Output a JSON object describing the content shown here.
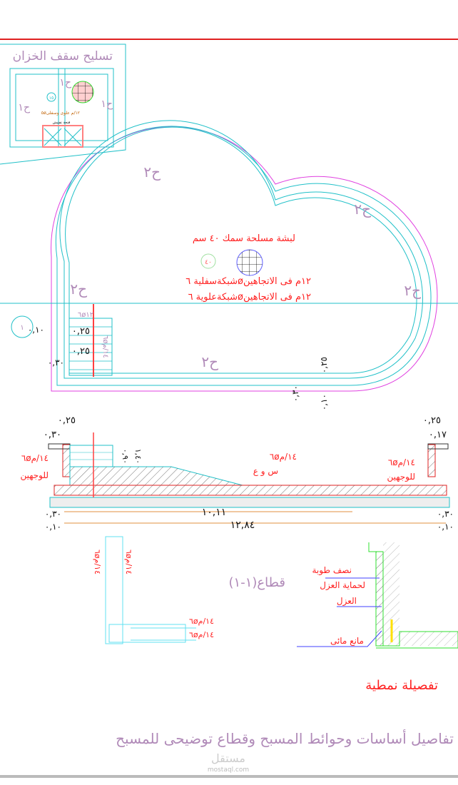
{
  "colors": {
    "frame": "#e02020",
    "cyan": "#20c0c8",
    "magenta": "#e040e0",
    "text_red": "#ff2020",
    "text_purple": "#b08ab8",
    "green": "#30e030"
  },
  "tank_roof": {
    "title": "تسليح سقف الخزان",
    "slab_label": "ح١",
    "circle_no": "١٥",
    "rebar": "٥ø١٢/م علوى وسفلى",
    "opening": "فتحة تفتيش"
  },
  "plan": {
    "slab_label": "ح٢",
    "note1": "لبشة مسلحة سمك ٤٠ سم",
    "circle_no": "٤٠",
    "note2": "شبكةسفلية ٦ø١٢م فى الاتجاهين",
    "note3": "شبكةعلوية ٦ø١٢م فى الاتجاهين",
    "dims": [
      "٠,١٠",
      "٠,٢٥",
      "٠,٢٥",
      "٠,٣٠",
      "٠,٢٥",
      "٠,٣٠",
      "٠,١٠"
    ],
    "stair_rebar": "٦ø١٢",
    "stair_rebar2": "٦ø١٤/م",
    "section_mark": "١"
  },
  "section": {
    "dims_top_left": [
      "٠,٢٥",
      "٠,٣٠"
    ],
    "dims_top_right": [
      "٠,٢٥",
      "٠,١٧"
    ],
    "step_dims": [
      "٠,٩٠",
      "١,٤٠"
    ],
    "wall_rebar_left": "٦ø١٤/م",
    "wall_rebar_right": "٦ø١٤/م",
    "both_faces": "للوجهين",
    "floor_rebar": "٦ø١٤/م",
    "floor_note": "س و ع",
    "dim1": "١٠,١١",
    "dim2": "١٢,٨٤",
    "edge_dims": [
      "٠,٣٠",
      "٠,١٠"
    ],
    "title": "قطاع(١-١)"
  },
  "wall_detail": {
    "labels": [
      "٦ø١٤/م",
      "٦ø١٤/م",
      "٦ø١٤/م",
      "٦ø١٤/م"
    ]
  },
  "typical_detail": {
    "label1": "نصف طوبة",
    "label2": "لحماية العزل",
    "label3": "العزل",
    "label4": "مانع مائى",
    "title": "تفصيلة نمطية"
  },
  "footer": {
    "title": "تفاصيل أساسات وحوائط المسبح وقطاع توضيحى للمسبح",
    "watermark": "مستقل",
    "watermark_url": "mostaql.com"
  }
}
